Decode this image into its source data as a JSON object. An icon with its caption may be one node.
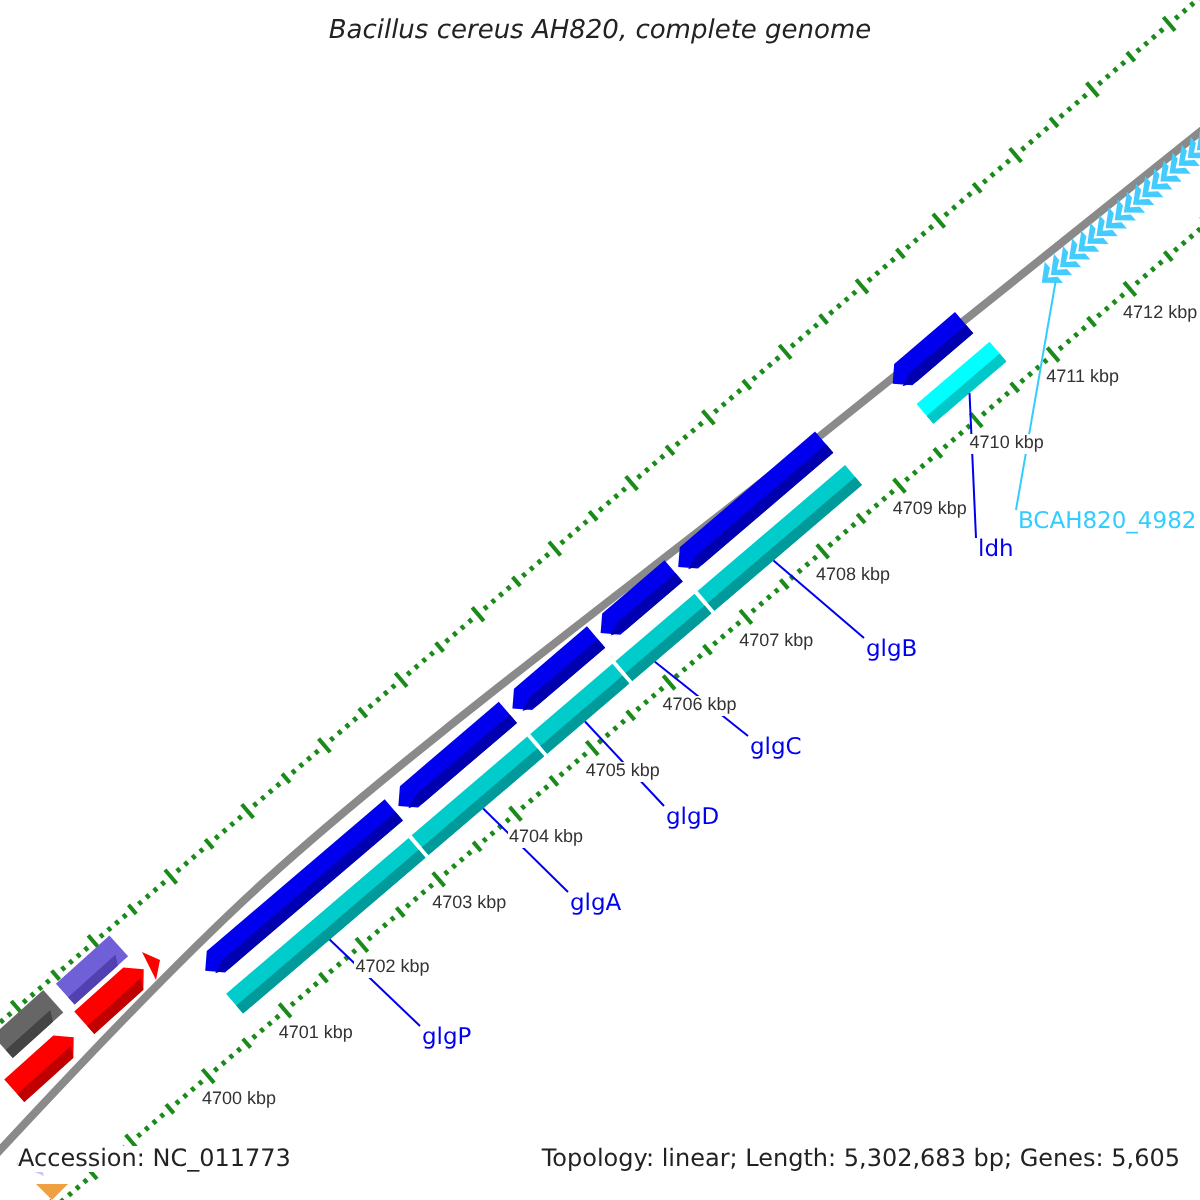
{
  "diagram": {
    "title": "Bacillus cereus AH820, complete genome",
    "nodes": [
      {
        "text": [
          "glgP"
        ]
      },
      {
        "text": [
          "glgA"
        ]
      },
      {
        "text": [
          "glgD"
        ]
      },
      {
        "text": [
          "glgC"
        ]
      },
      {
        "text": [
          "glgB"
        ]
      },
      {
        "text": [
          "ldh"
        ]
      },
      {
        "text": [
          "BCAH820_4982"
        ]
      },
      {
        "text": [],
        "shape": "bar"
      },
      {
        "text": [],
        "shape": "bar"
      },
      {
        "text": [],
        "shape": "bar"
      },
      {
        "text": [],
        "shape": "bar"
      },
      {
        "text": [],
        "shape": "bar"
      },
      {
        "text": [],
        "shape": "bar"
      },
      {
        "text": [],
        "shape": "bar"
      },
      {
        "text": [],
        "shape": "bar"
      },
      {
        "text": [],
        "shape": "bar"
      },
      {
        "text": [],
        "shape": "bar"
      },
      {
        "text": [],
        "shape": "bar"
      },
      {
        "text": [],
        "shape": "bar"
      },
      {
        "text": [],
        "shape": "bar"
      }
    ],
    "edges": [
      {
        "from": 0,
        "to": 7,
        "arrow": "none"
      },
      {
        "from": 1,
        "to": 8,
        "arrow": "none"
      },
      {
        "from": 2,
        "to": 9,
        "arrow": "none"
      },
      {
        "from": 3,
        "to": 10,
        "arrow": "none"
      },
      {
        "from": 4,
        "to": 11,
        "arrow": "none"
      },
      {
        "from": 5,
        "to": 12,
        "arrow": "none"
      },
      {
        "from": 6,
        "to": 13,
        "arrow": "none",
        "color": "#33ccff"
      }
    ],
    "labels": [
      "4700 kbp",
      "4701 kbp",
      "4702 kbp",
      "4703 kbp",
      "4704 kbp",
      "4705 kbp",
      "4706 kbp",
      "4707 kbp",
      "4708 kbp",
      "4709 kbp",
      "4710 kbp",
      "4711 kbp",
      "4712 kbp",
      "Accession: NC_011773",
      "Topology: linear; Length: 5,302,683 bp; Genes: 5,605"
    ]
  }
}
